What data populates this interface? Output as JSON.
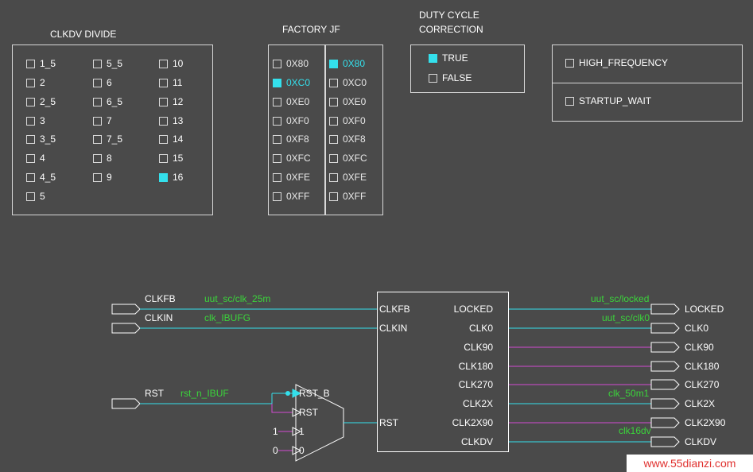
{
  "clkdv": {
    "title": "CLKDV DIVIDE",
    "options": [
      {
        "label": "1_5",
        "checked": false
      },
      {
        "label": "2",
        "checked": false
      },
      {
        "label": "2_5",
        "checked": false
      },
      {
        "label": "3",
        "checked": false
      },
      {
        "label": "3_5",
        "checked": false
      },
      {
        "label": "4",
        "checked": false
      },
      {
        "label": "4_5",
        "checked": false
      },
      {
        "label": "5",
        "checked": false
      },
      {
        "label": "5_5",
        "checked": false
      },
      {
        "label": "6",
        "checked": false
      },
      {
        "label": "6_5",
        "checked": false
      },
      {
        "label": "7",
        "checked": false
      },
      {
        "label": "7_5",
        "checked": false
      },
      {
        "label": "8",
        "checked": false
      },
      {
        "label": "9",
        "checked": false
      },
      {
        "label": "10",
        "checked": false
      },
      {
        "label": "11",
        "checked": false
      },
      {
        "label": "12",
        "checked": false
      },
      {
        "label": "13",
        "checked": false
      },
      {
        "label": "14",
        "checked": false
      },
      {
        "label": "15",
        "checked": false
      },
      {
        "label": "16",
        "checked": true
      }
    ]
  },
  "factory_jf": {
    "title": "FACTORY JF",
    "left": [
      {
        "label": "0X80",
        "checked": false
      },
      {
        "label": "0XC0",
        "checked": true
      },
      {
        "label": "0XE0",
        "checked": false
      },
      {
        "label": "0XF0",
        "checked": false
      },
      {
        "label": "0XF8",
        "checked": false
      },
      {
        "label": "0XFC",
        "checked": false
      },
      {
        "label": "0XFE",
        "checked": false
      },
      {
        "label": "0XFF",
        "checked": false
      }
    ],
    "right": [
      {
        "label": "0X80",
        "checked": true
      },
      {
        "label": "0XC0",
        "checked": false
      },
      {
        "label": "0XE0",
        "checked": false
      },
      {
        "label": "0XF0",
        "checked": false
      },
      {
        "label": "0XF8",
        "checked": false
      },
      {
        "label": "0XFC",
        "checked": false
      },
      {
        "label": "0XFE",
        "checked": false
      },
      {
        "label": "0XFF",
        "checked": false
      }
    ]
  },
  "duty_cycle": {
    "title_line1": "DUTY CYCLE",
    "title_line2": "CORRECTION",
    "options": [
      {
        "label": "TRUE",
        "checked": true
      },
      {
        "label": "FALSE",
        "checked": false
      }
    ]
  },
  "flags": {
    "high_frequency": {
      "label": "HIGH_FREQUENCY",
      "checked": false
    },
    "startup_wait": {
      "label": "STARTUP_WAIT",
      "checked": false
    }
  },
  "schematic": {
    "inputs": {
      "clkfb": "CLKFB",
      "clkin": "CLKIN",
      "rst": "RST"
    },
    "input_nets": {
      "clkfb": "uut_sc/clk_25m",
      "clkin": "clk_IBUFG",
      "rst": "rst_n_IBUF"
    },
    "block_left_pins": {
      "clkfb": "CLKFB",
      "clkin": "CLKIN",
      "rst": "RST"
    },
    "block_right_pins": [
      "LOCKED",
      "CLK0",
      "CLK90",
      "CLK180",
      "CLK270",
      "CLK2X",
      "CLK2X90",
      "CLKDV"
    ],
    "outputs": [
      "LOCKED",
      "CLK0",
      "CLK90",
      "CLK180",
      "CLK270",
      "CLK2X",
      "CLK2X90",
      "CLKDV"
    ],
    "output_nets": {
      "locked": "uut_sc/locked",
      "clk0": "uut_sc/clk0",
      "clk2x": "clk_50m1",
      "clkdv": "clk16dv"
    },
    "mux_inputs": {
      "rst_b": "RST_B",
      "rst": "RST",
      "in1": "1",
      "in0": "0"
    },
    "const_labels": {
      "one": "1",
      "zero": "0"
    }
  },
  "colors": {
    "cyan": "#34e0ec",
    "magenta": "#d24bd2",
    "green": "#3bd43b",
    "background": "#4a4a4a"
  },
  "watermark": "www.55dianzi.com"
}
